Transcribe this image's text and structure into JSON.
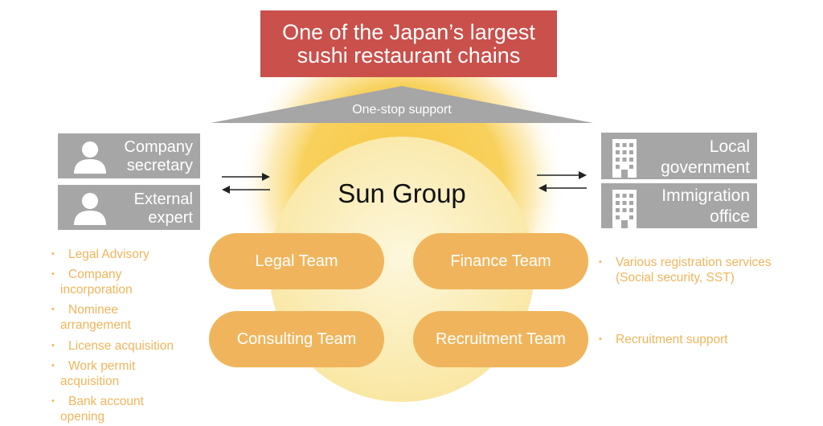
{
  "banner": {
    "line1": "One of the Japan’s largest",
    "line2": "sushi restaurant chains",
    "color": "#c9504b"
  },
  "roof": {
    "label": "One-stop support",
    "color": "#a6a6a6"
  },
  "sun": {
    "title": "Sun Group",
    "glow_color": "#f6c43c",
    "core_color": "#fdf5d6"
  },
  "left_boxes": [
    {
      "line1": "Company",
      "line2": "secretary",
      "icon": "person-icon"
    },
    {
      "line1": "External",
      "line2": "expert",
      "icon": "person-icon"
    }
  ],
  "right_boxes": [
    {
      "line1": "Local",
      "line2": "government",
      "icon": "building-icon"
    },
    {
      "line1": "Immigration",
      "line2": "office",
      "icon": "building-icon"
    }
  ],
  "teams": [
    "Legal Team",
    "Finance Team",
    "Consulting Team",
    "Recruitment Team"
  ],
  "team_color": "#f0b55c",
  "left_bullets": [
    {
      "line1": "Legal Advisory",
      "line2": ""
    },
    {
      "line1": "Company",
      "line2": "incorporation"
    },
    {
      "line1": "Nominee",
      "line2": "arrangement"
    },
    {
      "line1": "License acquisition",
      "line2": ""
    },
    {
      "line1": "Work permit",
      "line2": "acquisition"
    },
    {
      "line1": "Bank account",
      "line2": "opening"
    }
  ],
  "right_bullets": [
    {
      "line1": "Various registration services",
      "line2": "(Social security, SST)"
    },
    {
      "line1": "Recruitment support",
      "line2": ""
    }
  ],
  "bullet_glyph": "•"
}
